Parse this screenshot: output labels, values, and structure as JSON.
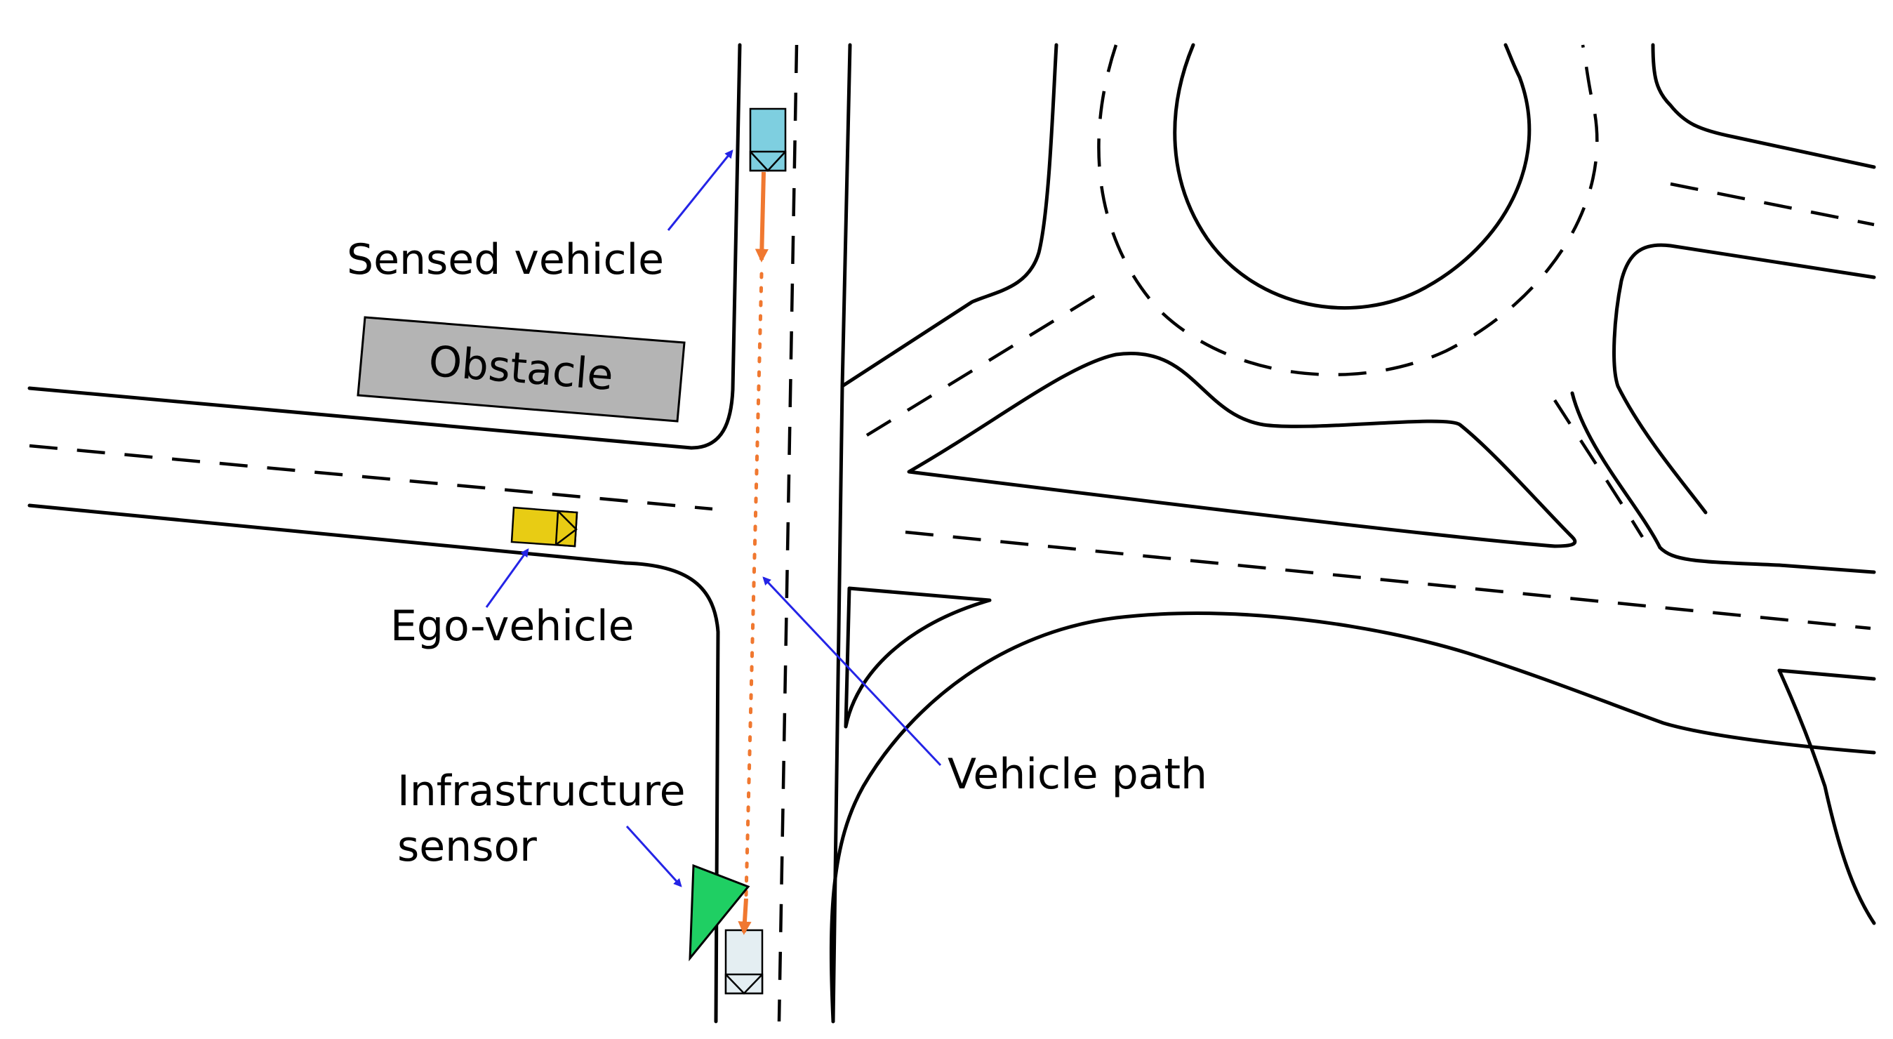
{
  "labels": {
    "sensed_vehicle": "Sensed vehicle",
    "obstacle": "Obstacle",
    "ego_vehicle": "Ego-vehicle",
    "vehicle_path": "Vehicle path",
    "infrastructure_sensor_line1": "Infrastructure",
    "infrastructure_sensor_line2": "sensor"
  },
  "colors": {
    "sensed_vehicle": "#7ecfe0",
    "ego_vehicle": "#e8cc14",
    "path": "#f07830",
    "sensor": "#1fcf63",
    "obstacle": "#b4b4b4",
    "pointer": "#2424e6",
    "ghost_vehicle": "#e4eef2"
  }
}
